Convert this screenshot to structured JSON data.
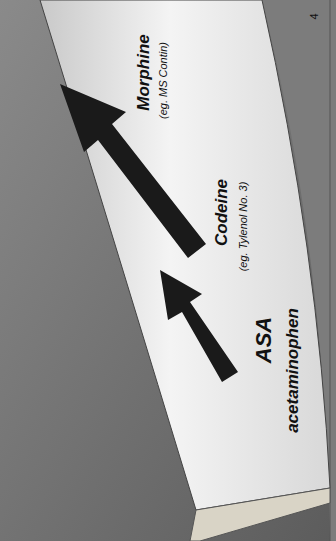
{
  "diagram": {
    "labels": [
      "4",
      "Morphine",
      "(eg. MS Contin)",
      "Codeine",
      "(eg. Tylenol No. 3)",
      "ASA",
      "acetaminophen"
    ]
  }
}
